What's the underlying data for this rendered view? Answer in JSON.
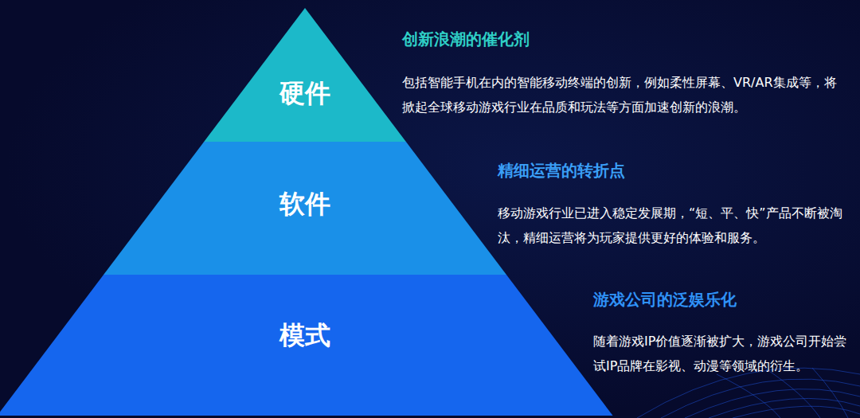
{
  "diagram": {
    "nodes": [
      {
        "text": [
          "硬件",
          "创新浪潮的催化剂",
          "包括智能手机在内的智能移动终端的创新，例如柔性屏幕、VR/AR集成等，将掀起全球移动游戏行业在品质和玩法等方面加速创新的浪潮。"
        ]
      },
      {
        "text": [
          "软件",
          "精细运营的转折点",
          "移动游戏行业已进入稳定发展期，“短、平、快”产品不断被淘汰，精细运营将为玩家提供更好的体验和服务。"
        ]
      },
      {
        "text": [
          "模式",
          "游戏公司的泛娱乐化",
          "随着游戏IP价值逐渐被扩大，游戏公司开始尝试IP品牌在影视、动漫等领域的衍生。"
        ]
      }
    ]
  }
}
